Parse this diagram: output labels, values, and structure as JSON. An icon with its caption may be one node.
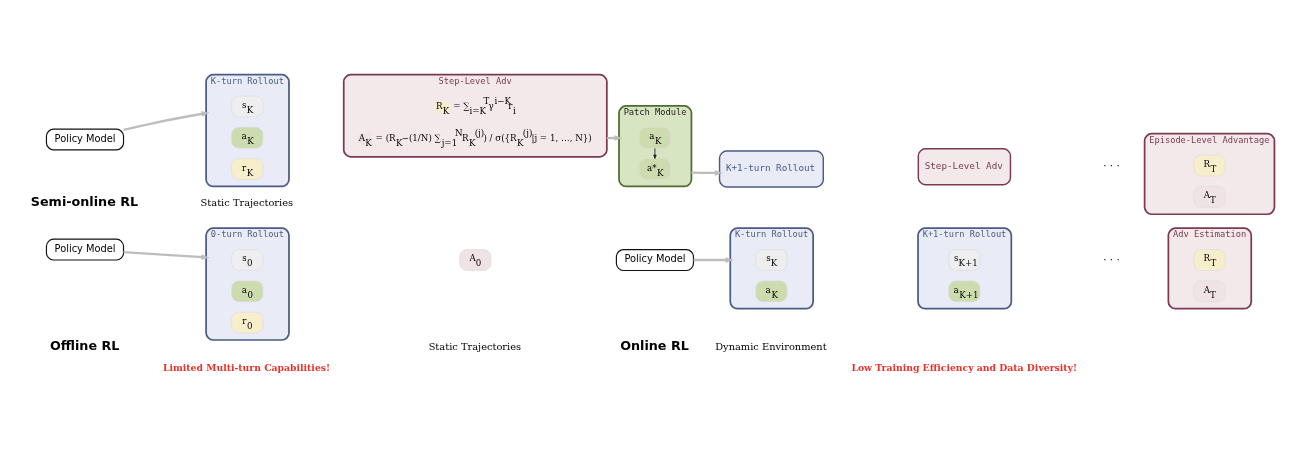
{
  "diagram": {
    "nodes": [
      {
        "text": [
          "Policy Model"
        ]
      },
      {
        "text": [
          "0-turn Rollout"
        ]
      },
      {
        "text": [
          "s$_{0}$"
        ],
        "in": 1
      },
      {
        "text": [
          "a$_{0}$"
        ],
        "in": 1
      },
      {
        "text": [
          "r$_{0}$"
        ],
        "in": 1
      },
      {
        "text": [
          "A$_{0}$"
        ]
      },
      {
        "text": [
          "Policy Model"
        ]
      },
      {
        "text": [
          "K-turn Rollout"
        ]
      },
      {
        "text": [
          "s$_{K}$"
        ],
        "in": 7
      },
      {
        "text": [
          "a$_{K}$"
        ],
        "in": 7
      },
      {
        "text": [
          "K+1-turn Rollout"
        ]
      },
      {
        "text": [
          "s$_{K+1}$"
        ],
        "in": 10
      },
      {
        "text": [
          "a$_{K+1}$"
        ],
        "in": 10
      },
      {
        "text": [
          "Adv Estimation"
        ]
      },
      {
        "text": [
          "R$_{T}$"
        ],
        "in": 13
      },
      {
        "text": [
          "A$_{T}$"
        ],
        "in": 13
      },
      {
        "text": [
          "Policy Model"
        ]
      },
      {
        "text": [
          "K-turn Rollout"
        ]
      },
      {
        "text": [
          "s$_{K}$"
        ],
        "in": 17
      },
      {
        "text": [
          "a$_{K}$"
        ],
        "in": 17
      },
      {
        "text": [
          "r$_{K}$"
        ],
        "in": 17
      },
      {
        "text": [
          "Step-Level Adv"
        ]
      },
      {
        "text": [
          "R$_{K}$"
        ],
        "in": 21,
        "beside": [
          "= ∑$_{i=K}$$^{T}$γ$^{i−K}$r$_{i}$"
        ]
      },
      {
        "text": [
          "A$_{K}$"
        ],
        "in": 21,
        "beside": [
          "= (R$_{K}$−(1/N) ∑$_{j=1}$$^{N}$R$_{K}$$^{(j)}$) / σ({R$_{K}$$^{(j)}$|j = 1, …, N})"
        ]
      },
      {
        "text": [
          "Patch Module"
        ]
      },
      {
        "text": [
          "a$_{K}$"
        ],
        "in": 24
      },
      {
        "text": [
          "a*$_{K}$"
        ],
        "in": 24
      },
      {
        "text": [
          "K+1-turn Rollout"
        ]
      },
      {
        "text": [
          "Step-Level Adv"
        ]
      },
      {
        "text": [
          "Episode-Level Advantage"
        ]
      },
      {
        "text": [
          "R$_{T}$"
        ],
        "in": 29
      },
      {
        "text": [
          "A$_{T}$"
        ],
        "in": 29
      }
    ],
    "edges": [
      {
        "from": 0,
        "to": 1,
        "arrow": "to"
      },
      {
        "from": 6,
        "to": 7,
        "arrow": "to"
      },
      {
        "from": 16,
        "to": 17,
        "arrow": "to"
      },
      {
        "from": 21,
        "to": 24,
        "arrow": "to"
      },
      {
        "from": 24,
        "to": 27,
        "arrow": "to"
      },
      {
        "from": 25,
        "to": 26,
        "arrow": "to",
        "color": "#222222"
      }
    ],
    "labels": [
      "Offline RL",
      "Static Trajectories",
      "Limited Multi-turn Capabilities!",
      "Online RL",
      "Dynamic Environment",
      "· · ·",
      "Low Training Efficiency and Data Diversity!",
      "Semi-online RL",
      "Static Trajectories",
      "· · ·"
    ]
  }
}
